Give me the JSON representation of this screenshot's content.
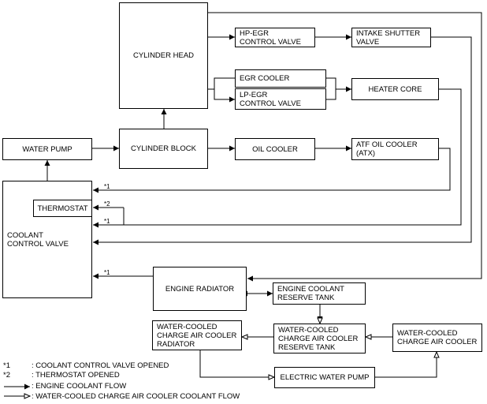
{
  "boxes": {
    "cylinder_head": "CYLINDER HEAD",
    "hp_egr_1": "HP-EGR",
    "hp_egr_2": "CONTROL VALVE",
    "intake_shutter_1": "INTAKE SHUTTER",
    "intake_shutter_2": "VALVE",
    "egr_cooler": "EGR COOLER",
    "lp_egr_1": "LP-EGR",
    "lp_egr_2": "CONTROL VALVE",
    "heater_core": "HEATER CORE",
    "water_pump": "WATER PUMP",
    "cylinder_block": "CYLINDER BLOCK",
    "oil_cooler": "OIL COOLER",
    "atf_1": "ATF OIL COOLER",
    "atf_2": "(ATX)",
    "thermostat": "THERMOSTAT",
    "coolant_valve_1": "COOLANT",
    "coolant_valve_2": "CONTROL VALVE",
    "engine_radiator": "ENGINE RADIATOR",
    "reserve_1": "ENGINE COOLANT",
    "reserve_2": "RESERVE TANK",
    "wc_radiator_1": "WATER-COOLED",
    "wc_radiator_2": "CHARGE AIR COOLER",
    "wc_radiator_3": "RADIATOR",
    "wc_reserve_1": "WATER-COOLED",
    "wc_reserve_2": "CHARGE AIR COOLER",
    "wc_reserve_3": "RESERVE TANK",
    "wc_cooler_1": "WATER-COOLED",
    "wc_cooler_2": "CHARGE AIR COOLER",
    "electric_pump": "ELECTRIC WATER PUMP"
  },
  "markers": {
    "m1": "*1",
    "m2": "*2"
  },
  "legend": {
    "k1": "*1",
    "t1": ": COOLANT CONTROL VALVE OPENED",
    "k2": "*2",
    "t2": ": THERMOSTAT OPENED",
    "t3": ": ENGINE COOLANT FLOW",
    "t4": ": WATER-COOLED CHARGE AIR COOLER COOLANT FLOW"
  }
}
